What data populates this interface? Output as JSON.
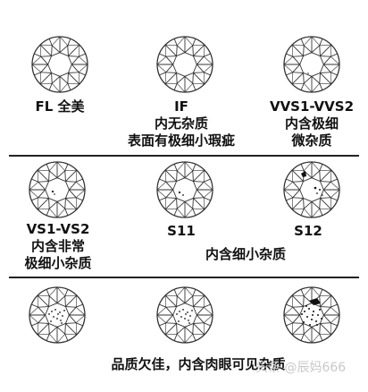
{
  "grades": [
    {
      "id": "fl",
      "lines": [
        "FL 全美"
      ],
      "inclusions": "none"
    },
    {
      "id": "if",
      "lines": [
        "IF",
        "内无杂质",
        "表面有极细小瑕疵"
      ],
      "inclusions": "none"
    },
    {
      "id": "vvs",
      "lines": [
        "VVS1-VVS2",
        "内含极细",
        "微杂质"
      ],
      "inclusions": "tiny"
    },
    {
      "id": "vs",
      "lines": [
        "VS1-VS2",
        "内含非常",
        "极细小杂质"
      ],
      "inclusions": "small"
    },
    {
      "id": "si1",
      "lines": [
        "S11"
      ],
      "inclusions": "small"
    },
    {
      "id": "si2",
      "lines": [
        "S12"
      ],
      "inclusions": "medium"
    },
    {
      "id": "i1",
      "lines": [],
      "inclusions": "visible"
    },
    {
      "id": "i2",
      "lines": [],
      "inclusions": "visible"
    },
    {
      "id": "i3",
      "lines": [],
      "inclusions": "heavy"
    }
  ],
  "group_labels": {
    "si": "内含细小杂质",
    "i": "品质欠佳，内含肉眼可见杂质"
  },
  "watermark": "头条 @辰妈666",
  "colors": {
    "line": "#333333",
    "inclusion": "#111111"
  }
}
